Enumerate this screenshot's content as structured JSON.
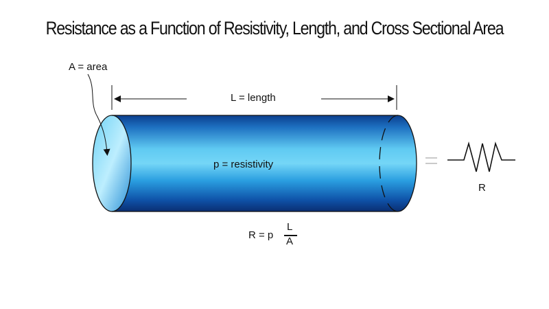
{
  "title": "Resistance as a Function of Resistivity, Length, and Cross Sectional Area",
  "labels": {
    "area": "A = area",
    "length": "L = length",
    "resistivity": "p = resistivity",
    "resistor": "R"
  },
  "formula": {
    "lhs": "R = p",
    "numerator": "L",
    "denominator": "A"
  },
  "colors": {
    "cylinder_light": "#d8f6ff",
    "cylinder_mid": "#2aa8e6",
    "cylinder_dark": "#0b2f78",
    "stroke": "#111111",
    "equals": "#b8b8b8"
  }
}
